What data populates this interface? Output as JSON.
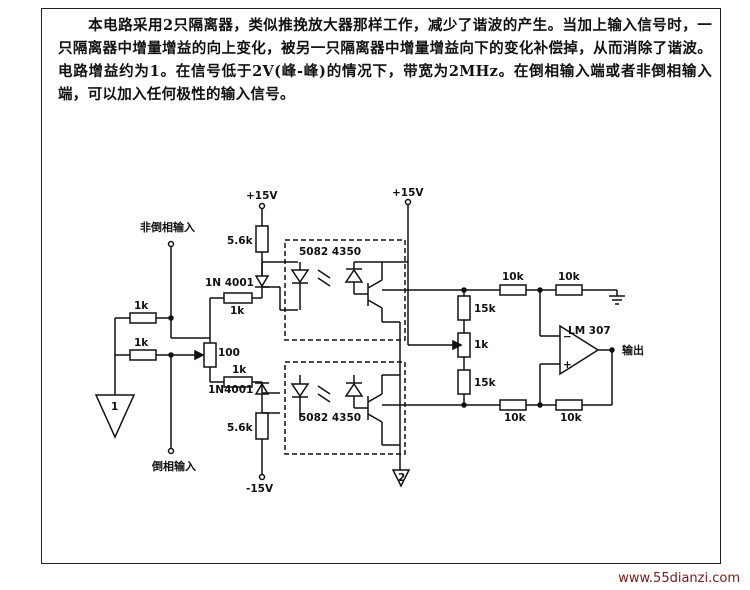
{
  "description": {
    "text": "本电路采用2只隔离器，类似推挽放大器那样工作，减少了谐波的产生。当加上输入信号时，一只隔离器中增量增益的向上变化，被另一只隔离器中增量增益向下的变化补偿掉，从而消除了谐波。电路增益约为1。在信号低于2V(峰-峰)的情况下，带宽为2MHz。在倒相输入端或者非倒相输入端，可以加入任何极性的输入信号。"
  },
  "circuit": {
    "supply_top_left": "+15V",
    "supply_top_right": "+15V",
    "supply_bottom": "-15V",
    "input_noninv": "非倒相输入",
    "input_inv": "倒相输入",
    "r_5k6_top": "5.6k",
    "r_5k6_bottom": "5.6k",
    "diode_top": "1N 4001",
    "diode_bottom": "1N4001",
    "r_1k_in_top": "1k",
    "r_1k_in_bottom": "1k",
    "r_1k_diode_top": "1k",
    "r_1k_diode_bottom": "1k",
    "pot_100": "100",
    "iso_top": "5082 4350",
    "iso_bottom": "5082 4350",
    "r_15k_top": "15k",
    "r_15k_bottom": "15k",
    "pot_1k": "1k",
    "r_10k_a": "10k",
    "r_10k_b": "10k",
    "r_10k_c": "10k",
    "r_10k_d": "10k",
    "opamp": "LM 307",
    "output": "输出",
    "src_1": "1",
    "src_2": "2"
  },
  "watermark": "www.55dianzi.com"
}
